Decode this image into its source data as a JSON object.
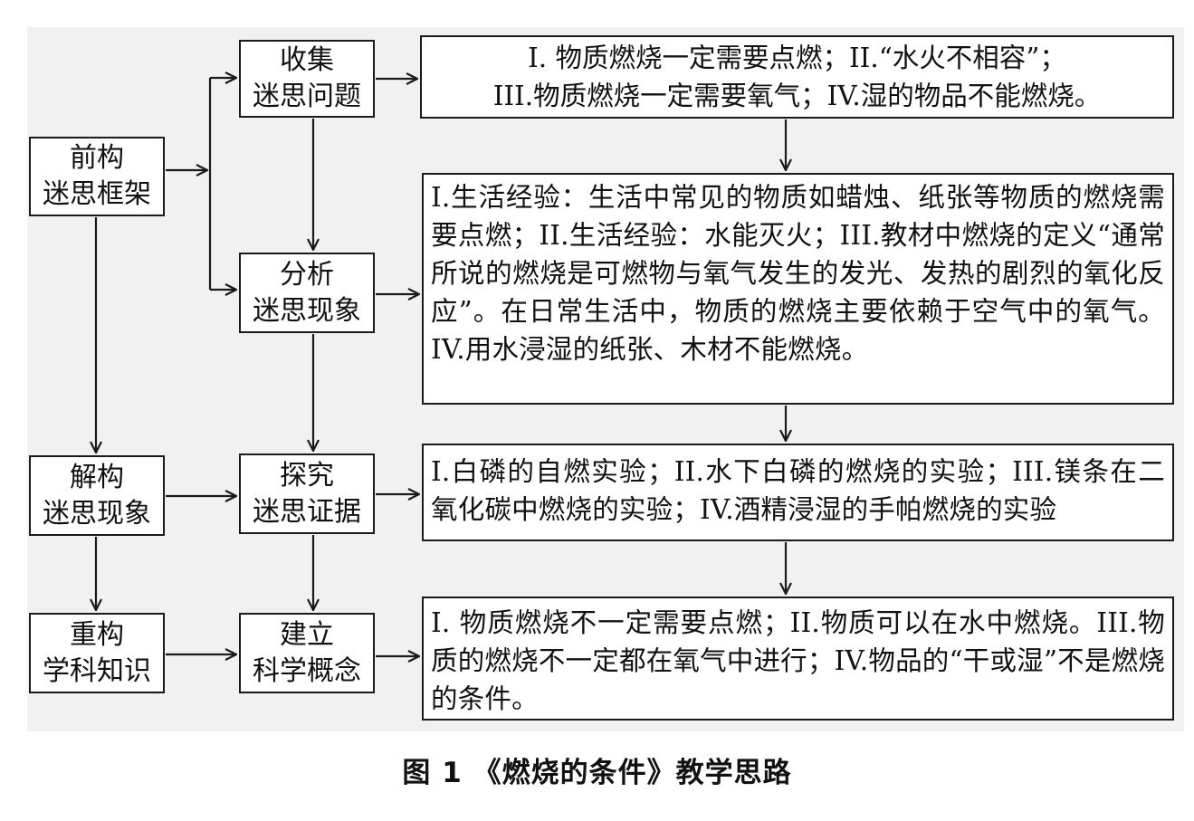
{
  "left_column": {
    "construct": "前构\n迷思框架",
    "deconstruct": "解构\n迷思现象",
    "reconstruct": "重构\n学科知识"
  },
  "middle_column": {
    "collect": "收集\n迷思问题",
    "analyze": "分析\n迷思现象",
    "explore": "探究\n迷思证据",
    "establish": "建立\n科学概念"
  },
  "right_column": {
    "problems": "I. 物质燃烧一定需要点燃；II.“水火不相容”；\nIII.物质燃烧一定需要氧气；IV.湿的物品不能燃烧。",
    "analysis": "I.生活经验：生活中常见的物质如蜡烛、纸张等物质的燃烧需要点燃；II.生活经验：水能灭火；III.教材中燃烧的定义“通常所说的燃烧是可燃物与氧气发生的发光、发热的剧烈的氧化反应”。在日常生活中，物质的燃烧主要依赖于空气中的氧气。IV.用水浸湿的纸张、木材不能燃烧。",
    "experiments": "I.白磷的自燃实验；II.水下白磷的燃烧的实验；III.镁条在二氧化碳中燃烧的实验；IV.酒精浸湿的手帕燃烧的实验",
    "concepts": "I. 物质燃烧不一定需要点燃；II.物质可以在水中燃烧。III.物质的燃烧不一定都在氧气中进行；IV.物品的“干或湿”不是燃烧的条件。"
  },
  "caption": "图 1 《燃烧的条件》教学思路"
}
